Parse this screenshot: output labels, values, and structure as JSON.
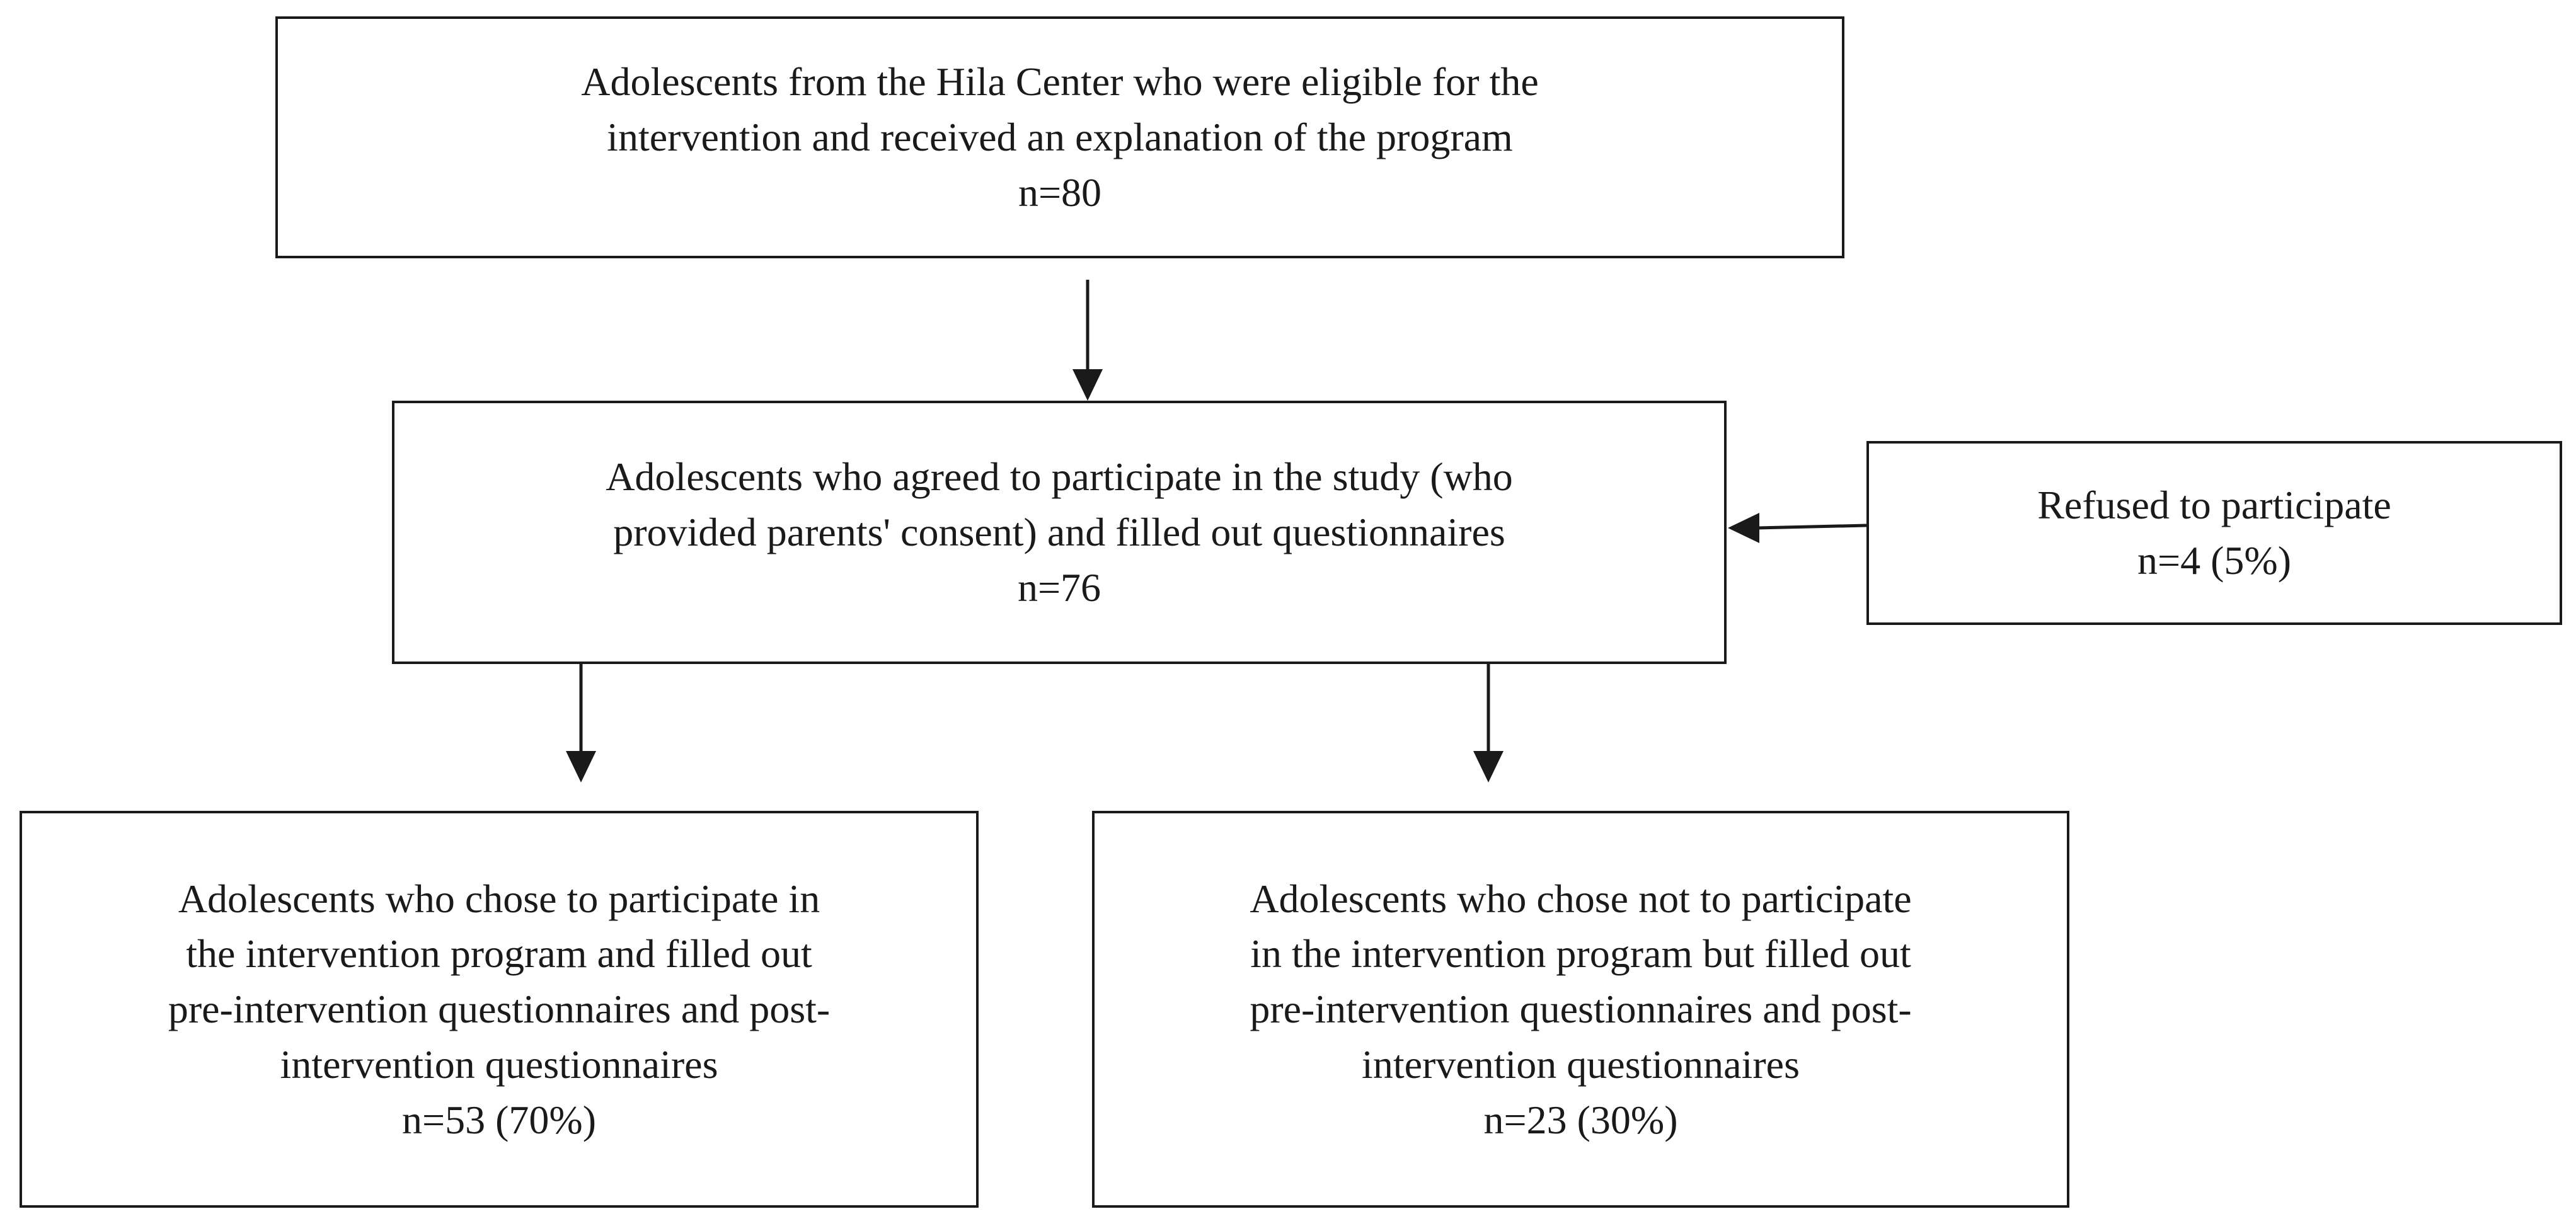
{
  "flowchart": {
    "eligible": {
      "lines": [
        "Adolescents from the Hila Center who were eligible for the",
        "intervention and received an explanation of the program",
        "n=80"
      ]
    },
    "agreed": {
      "lines": [
        "Adolescents who agreed to participate in the study (who",
        "provided parents' consent) and filled out questionnaires",
        "n=76"
      ]
    },
    "refused": {
      "lines": [
        "Refused to participate",
        "n=4 (5%)"
      ]
    },
    "chose": {
      "lines": [
        "Adolescents who chose to participate in",
        "the intervention program and filled out",
        "pre-intervention questionnaires and post-",
        "intervention questionnaires",
        "n=53 (70%)"
      ]
    },
    "not_chose": {
      "lines": [
        "Adolescents who chose not to participate",
        "in the intervention program but filled out",
        "pre-intervention questionnaires and post-",
        "intervention questionnaires",
        "n=23 (30%)"
      ]
    }
  },
  "colors": {
    "line": "#1a1a1a",
    "background": "#ffffff"
  }
}
